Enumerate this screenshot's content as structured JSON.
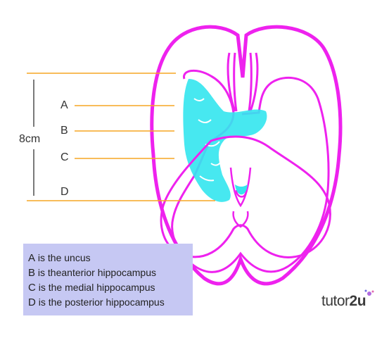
{
  "diagram": {
    "measure_label": "8cm",
    "levels": [
      {
        "letter": "A"
      },
      {
        "letter": "B"
      },
      {
        "letter": "C"
      },
      {
        "letter": "D"
      }
    ]
  },
  "legend": {
    "items": [
      {
        "letter": "A",
        "text": " is the uncus"
      },
      {
        "letter": "B",
        "text": " is theanterior hippocampus"
      },
      {
        "letter": "C",
        "text": " is the medial hippocampus"
      },
      {
        "letter": "D",
        "text": " is the posterior hippocampus"
      }
    ]
  },
  "logo": {
    "prefix": "tutor",
    "suffix": "2u"
  },
  "colors": {
    "outline": "#ee22ee",
    "hippocampus": "#33e6ee",
    "guide_lines": "#f5a623",
    "legend_bg": "#c6c8f3"
  }
}
